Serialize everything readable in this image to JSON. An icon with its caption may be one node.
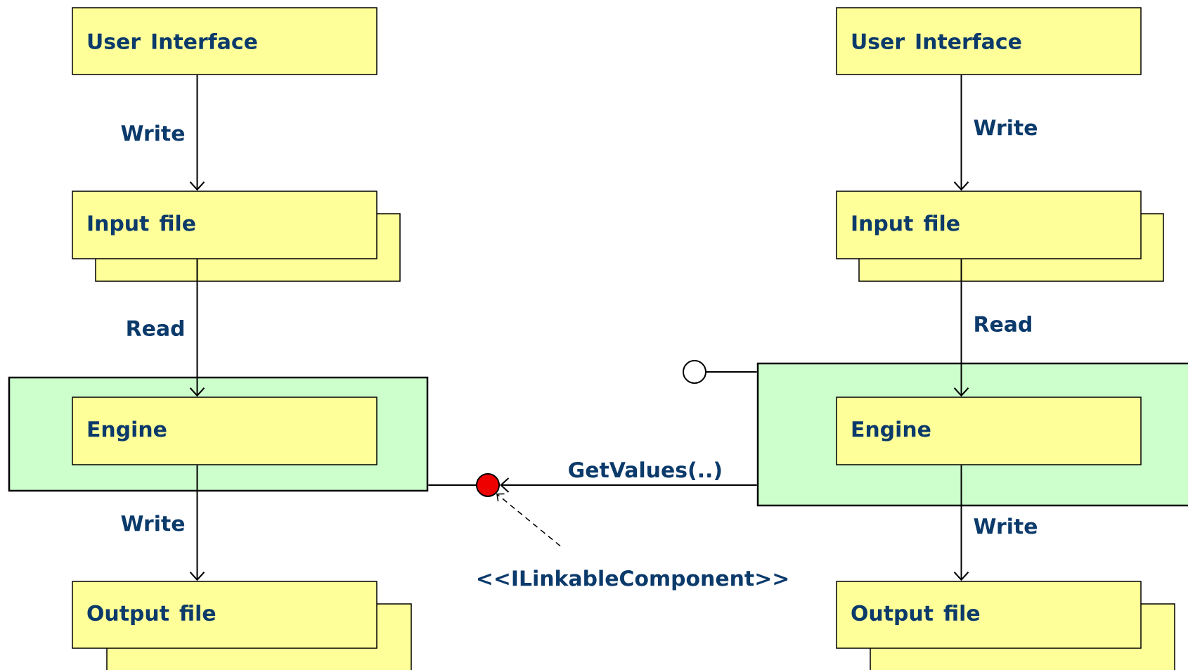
{
  "diagram": {
    "nodes": [
      {
        "text": [
          "User Interface"
        ]
      },
      {
        "text": [
          "Input file"
        ]
      },
      {
        "text": [],
        "shape": "box"
      },
      {
        "text": [
          "Engine"
        ],
        "in": 2
      },
      {
        "text": [
          "Output file"
        ]
      },
      {
        "text": [
          "User Interface"
        ]
      },
      {
        "text": [
          "Input file"
        ]
      },
      {
        "text": [],
        "shape": "box"
      },
      {
        "text": [
          "Engine"
        ],
        "in": 7
      },
      {
        "text": [
          "Output file"
        ]
      },
      {
        "text": [],
        "shape": "circle"
      },
      {
        "text": [],
        "shape": "circle"
      },
      {
        "text": [
          "<<ILinkableComponent>>"
        ]
      }
    ],
    "edges": [
      {
        "from": 0,
        "to": 1,
        "arrow": "to",
        "label": "Write"
      },
      {
        "from": 1,
        "to": 3,
        "arrow": "to",
        "label": "Read"
      },
      {
        "from": 3,
        "to": 4,
        "arrow": "to",
        "label": "Write"
      },
      {
        "from": 5,
        "to": 6,
        "arrow": "to",
        "label": "Write"
      },
      {
        "from": 6,
        "to": 8,
        "arrow": "to",
        "label": "Read"
      },
      {
        "from": 8,
        "to": 9,
        "arrow": "to",
        "label": "Write"
      },
      {
        "from": 2,
        "to": 10,
        "arrow": "none"
      },
      {
        "from": 7,
        "to": 10,
        "arrow": "to",
        "label": "GetValues(..)"
      },
      {
        "from": 11,
        "to": 7,
        "arrow": "none"
      },
      {
        "from": 12,
        "to": 10,
        "arrow": "to",
        "style": "dashed"
      }
    ]
  }
}
